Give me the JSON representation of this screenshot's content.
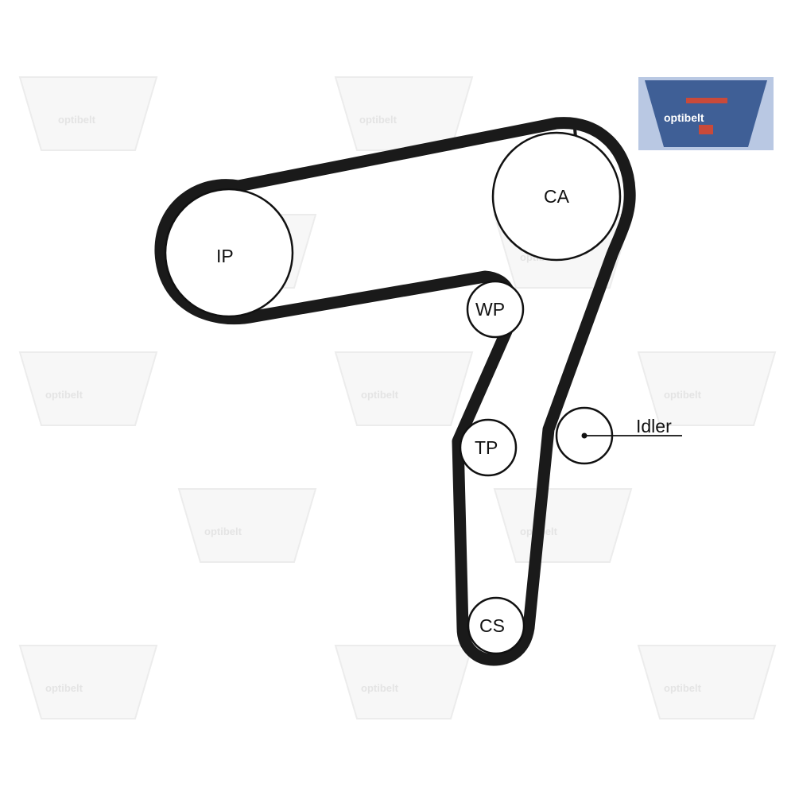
{
  "watermark": {
    "text": "optibelt"
  },
  "brand_logo": {
    "text": "optibelt",
    "bg_color": "#b9c8e3",
    "mark_color": "#3f5f96"
  },
  "belt": {
    "color": "#1a1a1a"
  },
  "pulleys": {
    "ip": "IP",
    "ca": "CA",
    "wp": "WP",
    "tp": "TP",
    "cs": "CS",
    "idler": "Idler"
  }
}
